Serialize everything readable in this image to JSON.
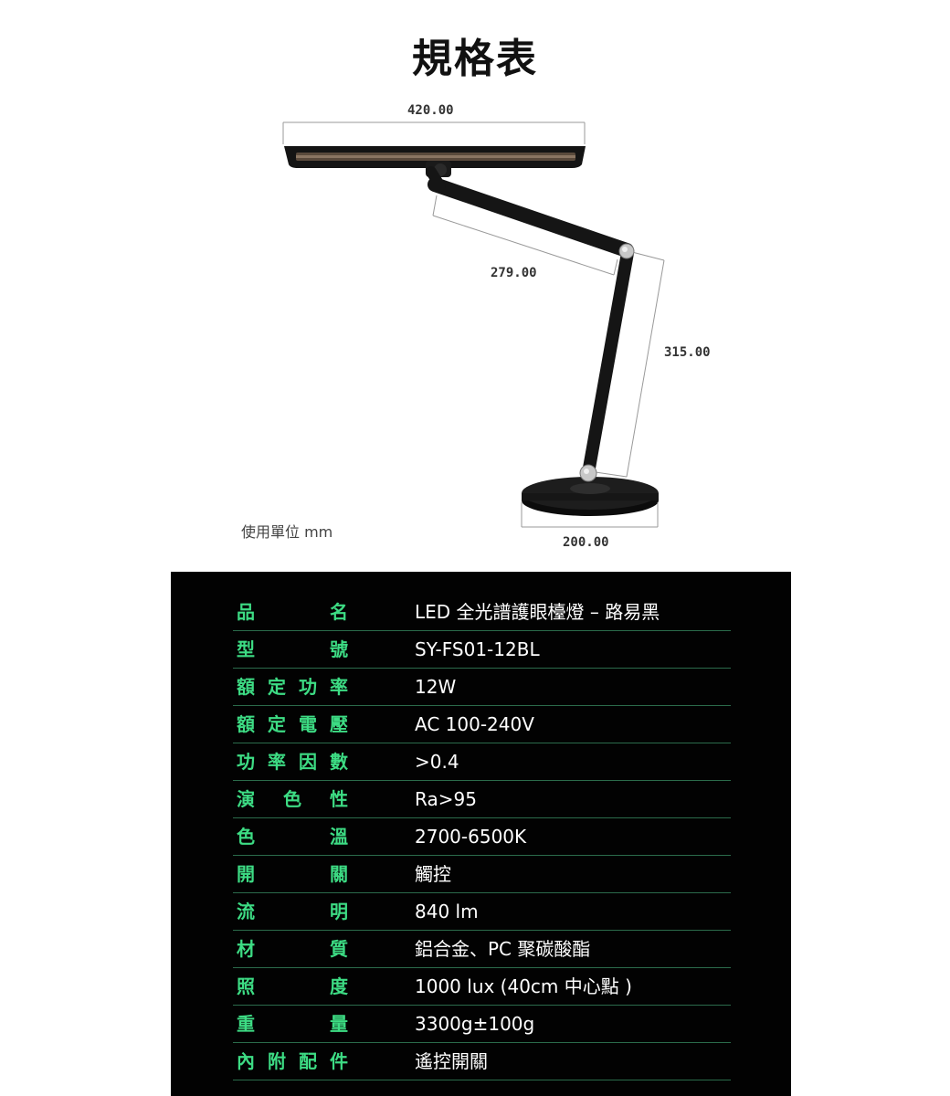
{
  "title": "規格表",
  "dimensions": {
    "head_width": "420.00",
    "arm_length": "279.00",
    "pole_height": "315.00",
    "base_width": "200.00"
  },
  "unit_note": "使用單位 mm",
  "colors": {
    "panel_bg": "#020202",
    "label_green": "#3ddc84",
    "divider": "#2b6b4b",
    "value_text": "#ffffff"
  },
  "specs": [
    {
      "label": [
        "品",
        "名"
      ],
      "value": "LED 全光譜護眼檯燈 – 路易黑"
    },
    {
      "label": [
        "型",
        "號"
      ],
      "value": "SY-FS01-12BL"
    },
    {
      "label": [
        "額",
        "定",
        "功",
        "率"
      ],
      "value": "12W"
    },
    {
      "label": [
        "額",
        "定",
        "電",
        "壓"
      ],
      "value": "AC 100-240V"
    },
    {
      "label": [
        "功",
        "率",
        "因",
        "數"
      ],
      "value": ">0.4"
    },
    {
      "label": [
        "演",
        "色",
        "性"
      ],
      "value": "Ra>95"
    },
    {
      "label": [
        "色",
        "溫"
      ],
      "value": "2700-6500K"
    },
    {
      "label": [
        "開",
        "關"
      ],
      "value": "觸控"
    },
    {
      "label": [
        "流",
        "明"
      ],
      "value": "840 lm"
    },
    {
      "label": [
        "材",
        "質"
      ],
      "value": "鋁合金、PC 聚碳酸酯"
    },
    {
      "label": [
        "照",
        "度"
      ],
      "value": "1000 lux (40cm 中心點 )"
    },
    {
      "label": [
        "重",
        "量"
      ],
      "value": "3300g±100g"
    },
    {
      "label": [
        "內",
        "附",
        "配",
        "件"
      ],
      "value": "遙控開關"
    }
  ]
}
